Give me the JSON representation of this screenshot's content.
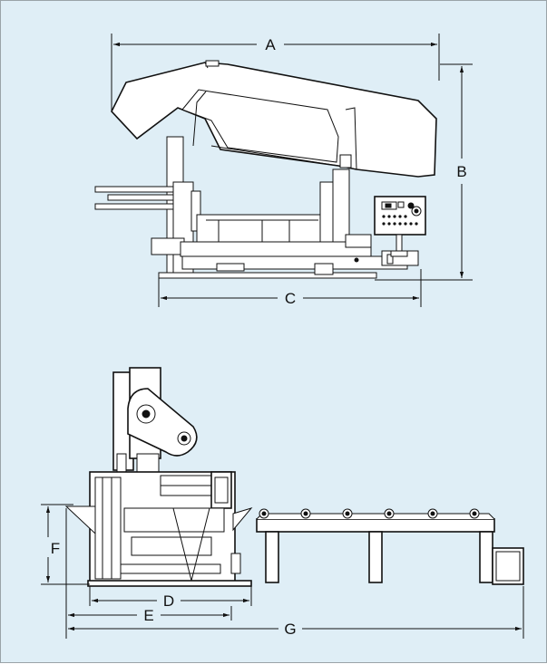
{
  "figure": {
    "background_color": "#dfeef6",
    "line_color": "#111111",
    "top_view": {
      "dimensions": {
        "a": "A",
        "b": "B",
        "c": "C"
      }
    },
    "side_view": {
      "dimensions": {
        "d": "D",
        "e": "E",
        "f": "F",
        "g": "G"
      }
    }
  }
}
